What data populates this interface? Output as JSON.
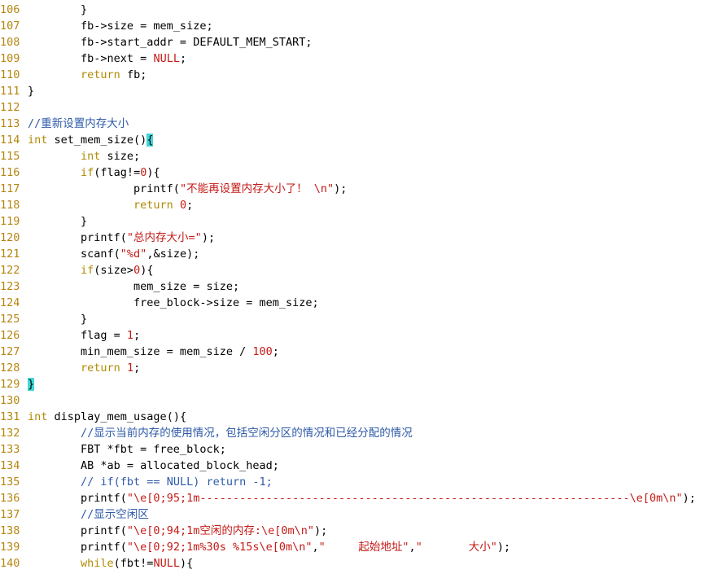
{
  "colors": {
    "line_number": "#b5860f",
    "keyword": "#b08a00",
    "string": "#c41a16",
    "number": "#c41a16",
    "comment": "#2e5aa8",
    "cursor_match": "#3ed8d8",
    "text": "#000000",
    "background": "#ffffff"
  },
  "lines": [
    {
      "n": "106",
      "tokens": [
        {
          "t": "        }"
        }
      ]
    },
    {
      "n": "107",
      "tokens": [
        {
          "t": "        fb->size = mem_size;"
        }
      ]
    },
    {
      "n": "108",
      "tokens": [
        {
          "t": "        fb->start_addr = DEFAULT_MEM_START;"
        }
      ]
    },
    {
      "n": "109",
      "tokens": [
        {
          "t": "        fb->next = "
        },
        {
          "t": "NULL",
          "c": "t-num"
        },
        {
          "t": ";"
        }
      ]
    },
    {
      "n": "110",
      "tokens": [
        {
          "t": "        "
        },
        {
          "t": "return",
          "c": "t-kw"
        },
        {
          "t": " fb;"
        }
      ]
    },
    {
      "n": "111",
      "tokens": [
        {
          "t": "}"
        }
      ]
    },
    {
      "n": "112",
      "tokens": []
    },
    {
      "n": "113",
      "tokens": [
        {
          "t": "//重新设置内存大小",
          "c": "t-cmt"
        }
      ]
    },
    {
      "n": "114",
      "tokens": [
        {
          "t": "int",
          "c": "t-kw"
        },
        {
          "t": " set_mem_size()"
        },
        {
          "t": "{",
          "c": "t-cur"
        }
      ]
    },
    {
      "n": "115",
      "tokens": [
        {
          "t": "        "
        },
        {
          "t": "int",
          "c": "t-kw"
        },
        {
          "t": " size;"
        }
      ]
    },
    {
      "n": "116",
      "tokens": [
        {
          "t": "        "
        },
        {
          "t": "if",
          "c": "t-kw"
        },
        {
          "t": "(flag!="
        },
        {
          "t": "0",
          "c": "t-num"
        },
        {
          "t": "){"
        }
      ]
    },
    {
      "n": "117",
      "tokens": [
        {
          "t": "                printf("
        },
        {
          "t": "\"不能再设置内存大小了！ \\n\"",
          "c": "t-str"
        },
        {
          "t": ");"
        }
      ]
    },
    {
      "n": "118",
      "tokens": [
        {
          "t": "                "
        },
        {
          "t": "return",
          "c": "t-kw"
        },
        {
          "t": " "
        },
        {
          "t": "0",
          "c": "t-num"
        },
        {
          "t": ";"
        }
      ]
    },
    {
      "n": "119",
      "tokens": [
        {
          "t": "        }"
        }
      ]
    },
    {
      "n": "120",
      "tokens": [
        {
          "t": "        printf("
        },
        {
          "t": "\"总内存大小=\"",
          "c": "t-str"
        },
        {
          "t": ");"
        }
      ]
    },
    {
      "n": "121",
      "tokens": [
        {
          "t": "        scanf("
        },
        {
          "t": "\"%d\"",
          "c": "t-str"
        },
        {
          "t": ",&size);"
        }
      ]
    },
    {
      "n": "122",
      "tokens": [
        {
          "t": "        "
        },
        {
          "t": "if",
          "c": "t-kw"
        },
        {
          "t": "(size>"
        },
        {
          "t": "0",
          "c": "t-num"
        },
        {
          "t": "){"
        }
      ]
    },
    {
      "n": "123",
      "tokens": [
        {
          "t": "                mem_size = size;"
        }
      ]
    },
    {
      "n": "124",
      "tokens": [
        {
          "t": "                free_block->size = mem_size;"
        }
      ]
    },
    {
      "n": "125",
      "tokens": [
        {
          "t": "        }"
        }
      ]
    },
    {
      "n": "126",
      "tokens": [
        {
          "t": "        flag = "
        },
        {
          "t": "1",
          "c": "t-num"
        },
        {
          "t": ";"
        }
      ]
    },
    {
      "n": "127",
      "tokens": [
        {
          "t": "        min_mem_size = mem_size / "
        },
        {
          "t": "100",
          "c": "t-num"
        },
        {
          "t": ";"
        }
      ]
    },
    {
      "n": "128",
      "tokens": [
        {
          "t": "        "
        },
        {
          "t": "return",
          "c": "t-kw"
        },
        {
          "t": " "
        },
        {
          "t": "1",
          "c": "t-num"
        },
        {
          "t": ";"
        }
      ]
    },
    {
      "n": "129",
      "tokens": [
        {
          "t": "}",
          "c": "t-cur"
        }
      ]
    },
    {
      "n": "130",
      "tokens": []
    },
    {
      "n": "131",
      "tokens": [
        {
          "t": "int",
          "c": "t-kw"
        },
        {
          "t": " display_mem_usage(){"
        }
      ]
    },
    {
      "n": "132",
      "tokens": [
        {
          "t": "        "
        },
        {
          "t": "//显示当前内存的使用情况，包括空闲分区的情况和已经分配的情况",
          "c": "t-cmt"
        }
      ]
    },
    {
      "n": "133",
      "tokens": [
        {
          "t": "        FBT *fbt = free_block;"
        }
      ]
    },
    {
      "n": "134",
      "tokens": [
        {
          "t": "        AB *ab = allocated_block_head;"
        }
      ]
    },
    {
      "n": "135",
      "tokens": [
        {
          "t": "        "
        },
        {
          "t": "// if(fbt == NULL) return -1;",
          "c": "t-cmt"
        }
      ]
    },
    {
      "n": "136",
      "tokens": [
        {
          "t": "        printf("
        },
        {
          "t": "\"\\e[0;95;1m-----------------------------------------------------------------\\e[0m\\n\"",
          "c": "t-str"
        },
        {
          "t": ");"
        }
      ]
    },
    {
      "n": "137",
      "tokens": [
        {
          "t": "        "
        },
        {
          "t": "//显示空闲区",
          "c": "t-cmt"
        }
      ]
    },
    {
      "n": "138",
      "tokens": [
        {
          "t": "        printf("
        },
        {
          "t": "\"\\e[0;94;1m空闲的内存:\\e[0m\\n\"",
          "c": "t-str"
        },
        {
          "t": ");"
        }
      ]
    },
    {
      "n": "139",
      "tokens": [
        {
          "t": "        printf("
        },
        {
          "t": "\"\\e[0;92;1m%30s %15s\\e[0m\\n\"",
          "c": "t-str"
        },
        {
          "t": ","
        },
        {
          "t": "\"     起始地址\"",
          "c": "t-str"
        },
        {
          "t": ","
        },
        {
          "t": "\"       大小\"",
          "c": "t-str"
        },
        {
          "t": ");"
        }
      ]
    },
    {
      "n": "140",
      "tokens": [
        {
          "t": "        "
        },
        {
          "t": "while",
          "c": "t-kw"
        },
        {
          "t": "(fbt!="
        },
        {
          "t": "NULL",
          "c": "t-num"
        },
        {
          "t": "){"
        }
      ]
    }
  ]
}
